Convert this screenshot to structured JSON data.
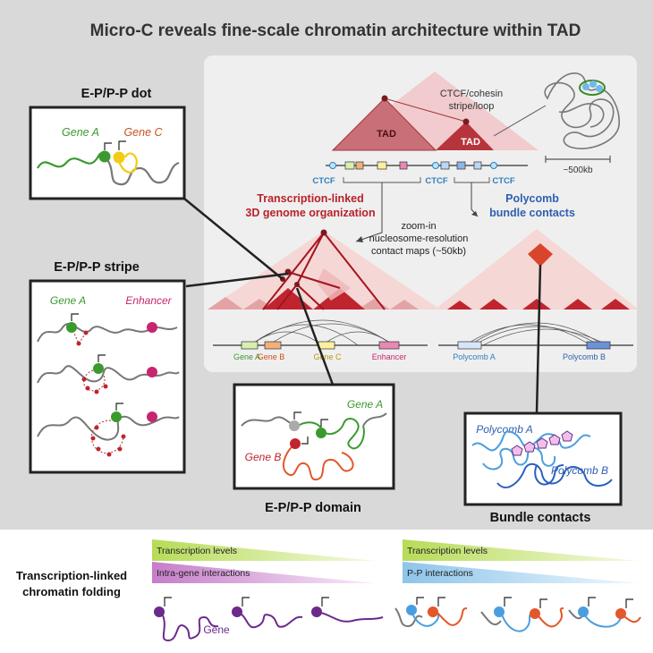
{
  "title": "Micro-C reveals fine-scale chromatin architecture within TAD",
  "panels": {
    "dot": {
      "title": "E-P/P-P dot",
      "gene_a": "Gene A",
      "gene_c": "Gene C"
    },
    "stripe": {
      "title": "E-P/P-P stripe",
      "gene_a": "Gene A",
      "enhancer": "Enhancer"
    },
    "domain": {
      "title": "E-P/P-P domain",
      "gene_a": "Gene A",
      "gene_b": "Gene B"
    },
    "bundle": {
      "title": "Bundle contacts",
      "polycomb_a": "Polycomb A",
      "polycomb_b": "Polycomb B"
    }
  },
  "overview": {
    "tad_left": "TAD",
    "tad_right": "TAD",
    "ctcf_loop_line1": "CTCF/cohesin",
    "ctcf_loop_line2": "stripe/loop",
    "scale": "~500kb",
    "ctcf": "CTCF",
    "transcription_line1": "Transcription-linked",
    "transcription_line2": "3D genome organization",
    "polycomb_line1": "Polycomb",
    "polycomb_line2": "bundle contacts",
    "zoom_line1": "zoom-in",
    "zoom_line2": "nucleosome-resolution",
    "zoom_line3": "contact maps (~50kb)",
    "track_genes": [
      "Gene A",
      "Gene B",
      "Gene C",
      "Enhancer"
    ],
    "track_polycomb": [
      "Polycomb A",
      "Polycomb B"
    ]
  },
  "bottom": {
    "label_line1": "Transcription-linked",
    "label_line2": "chromatin folding",
    "left_bar1": "Transcription levels",
    "left_bar2": "Intra-gene interactions",
    "right_bar1": "Transcription levels",
    "right_bar2": "P-P interactions",
    "gene": "Gene"
  },
  "colors": {
    "tad": "#c96f78",
    "dark_red": "#b8222b",
    "green": "#3a9a2e",
    "orange": "#e2572b",
    "yellow": "#f2cc14",
    "magenta": "#c7256f",
    "purple": "#6b2a8c",
    "blue": "#3f8fd8",
    "polycomb_text": "#2f5fb0"
  }
}
